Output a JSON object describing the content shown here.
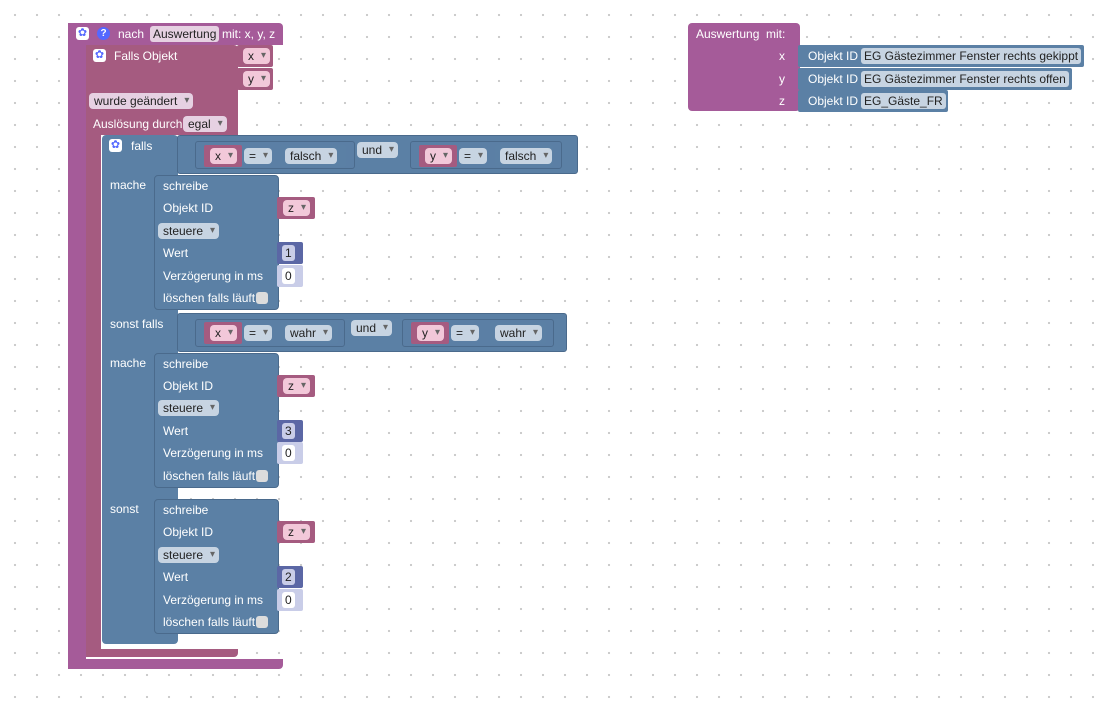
{
  "colors": {
    "procedure": "#a55b99",
    "trigger": "#a55b80",
    "logic": "#5b80a5",
    "math": "#5b67a5",
    "canvas": "#ffffff"
  },
  "proc": {
    "nach": "nach",
    "name": "Auswertung",
    "params": "mit: x, y, z"
  },
  "trigger": {
    "title": "Falls Objekt",
    "var1": "x",
    "var2": "y",
    "changed": "wurde geändert",
    "ausloesung_label": "Auslösung durch",
    "ausloesung_value": "egal"
  },
  "if_block": {
    "falls": "falls",
    "mache": "mache",
    "sonst_falls": "sonst falls",
    "sonst": "sonst",
    "and_op": "und",
    "eq": "=",
    "cond1": {
      "left_a": "x",
      "val_a": "falsch",
      "left_b": "y",
      "val_b": "falsch"
    },
    "cond2": {
      "left_a": "x",
      "val_a": "wahr",
      "left_b": "y",
      "val_b": "wahr"
    }
  },
  "write": {
    "schreibe": "schreibe",
    "objekt_id": "Objekt ID",
    "steuere": "steuere",
    "wert": "Wert",
    "verzoegerung": "Verzögerung in ms",
    "loeschen": "löschen falls läuft",
    "target_var": "z",
    "values": [
      "1",
      "3",
      "2"
    ],
    "delay": "0"
  },
  "call": {
    "title": "Auswertung",
    "mit": "mit:",
    "params": [
      {
        "name": "x",
        "label": "Objekt ID",
        "value": "EG Gästezimmer Fenster rechts gekippt"
      },
      {
        "name": "y",
        "label": "Objekt ID",
        "value": "EG Gästezimmer Fenster rechts offen"
      },
      {
        "name": "z",
        "label": "Objekt ID",
        "value": "EG_Gäste_FR"
      }
    ]
  }
}
